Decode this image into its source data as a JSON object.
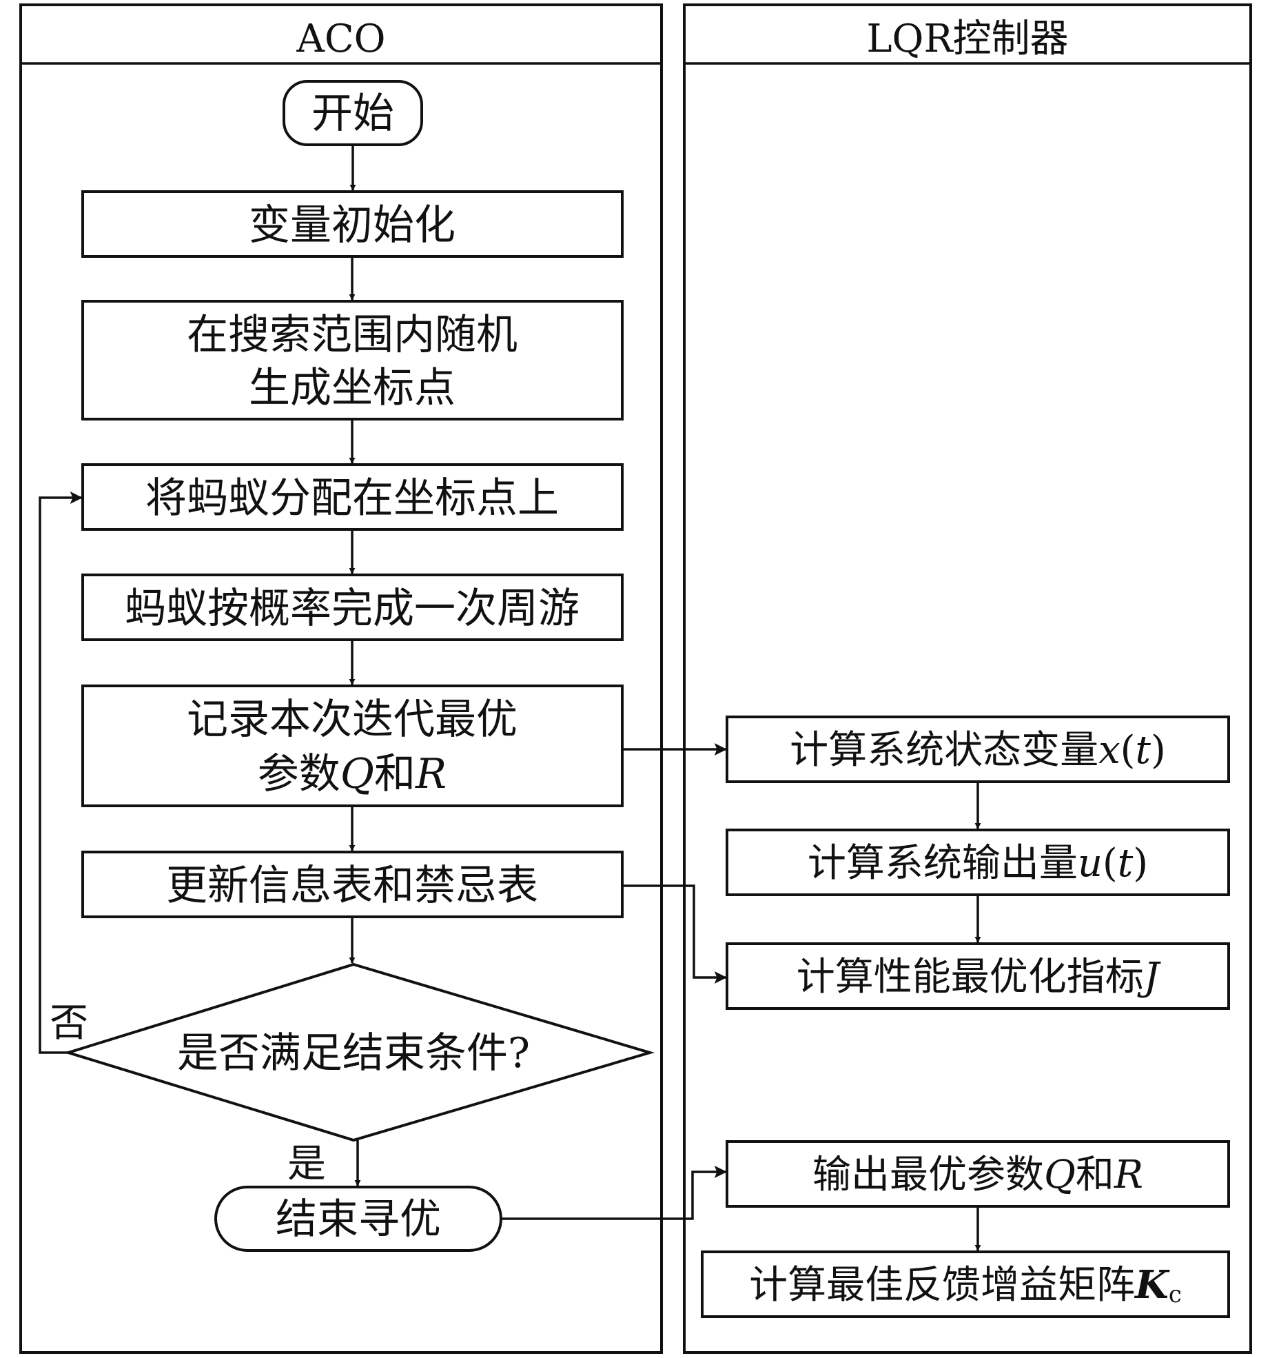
{
  "lanes": {
    "left": {
      "title": "ACO"
    },
    "right": {
      "title": "LQR控制器"
    }
  },
  "nodes": {
    "start": {
      "label": "开始"
    },
    "init": {
      "label": "变量初始化"
    },
    "random_gen": {
      "line1": "在搜索范围内随机",
      "line2": "生成坐标点"
    },
    "assign_ants": {
      "label": "将蚂蚁分配在坐标点上"
    },
    "tour": {
      "label": "蚂蚁按概率完成一次周游"
    },
    "record": {
      "line1": "记录本次迭代最优",
      "line2_prefix": "参数",
      "var1": "Q",
      "mid": "和",
      "var2": "R"
    },
    "update": {
      "label": "更新信息表和禁忌表"
    },
    "decision": {
      "label": "是否满足结束条件?"
    },
    "end": {
      "label": "结束寻优"
    },
    "calc_state": {
      "prefix": "计算系统状态变量",
      "var": "x",
      "paren_open": "(",
      "arg": "t",
      "paren_close": ")"
    },
    "calc_output": {
      "prefix": "计算系统输出量",
      "var": "u",
      "paren_open": "(",
      "arg": "t",
      "paren_close": ")"
    },
    "calc_index": {
      "prefix": "计算性能最优化指标",
      "var": "J"
    },
    "output_params": {
      "prefix": "输出最优参数",
      "var1": "Q",
      "mid": "和",
      "var2": "R"
    },
    "calc_gain": {
      "prefix": "计算最佳反馈增益矩阵",
      "var": "K",
      "sub": "c"
    }
  },
  "branches": {
    "no": "否",
    "yes": "是"
  }
}
